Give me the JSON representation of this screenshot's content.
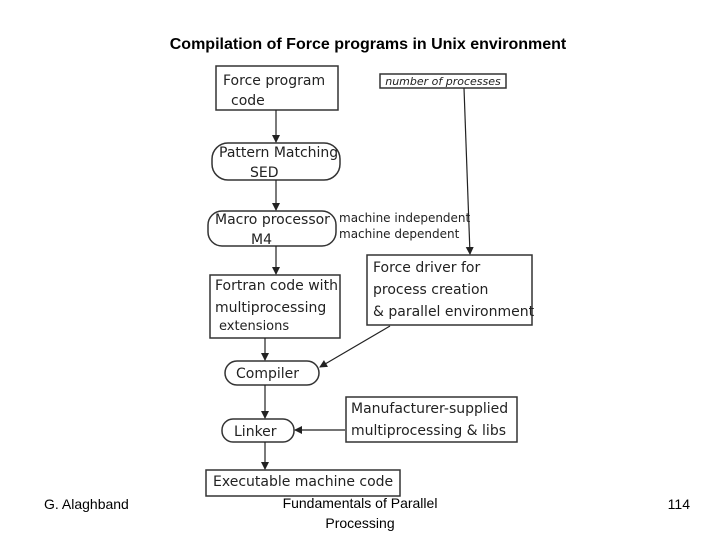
{
  "title": "Compilation of Force programs in Unix environment",
  "nodes": {
    "force_program": {
      "line1": "Force program",
      "line2": "code"
    },
    "num_processes": {
      "label": "number of processes"
    },
    "pattern_matching": {
      "line1": "Pattern Matching",
      "line2": "SED"
    },
    "macro_processor": {
      "line1": "Macro processor",
      "line2": "M4"
    },
    "macro_notes": {
      "line1": "machine independent",
      "line2": "machine dependent"
    },
    "fortran": {
      "line1": "Fortran code with",
      "line2": "multiprocessing",
      "line3": "extensions"
    },
    "force_driver": {
      "line1": "Force driver for",
      "line2": "process creation",
      "line3": "& parallel environment"
    },
    "compiler": {
      "label": "Compiler"
    },
    "manufacturer_libs": {
      "line1": "Manufacturer-supplied",
      "line2": "multiprocessing & libs"
    },
    "linker": {
      "label": "Linker"
    },
    "executable": {
      "label": "Executable machine code"
    }
  },
  "footer": {
    "author": "G. Alaghband",
    "course_line1": "Fundamentals of Parallel",
    "course_line2": "Processing",
    "page": "114"
  }
}
